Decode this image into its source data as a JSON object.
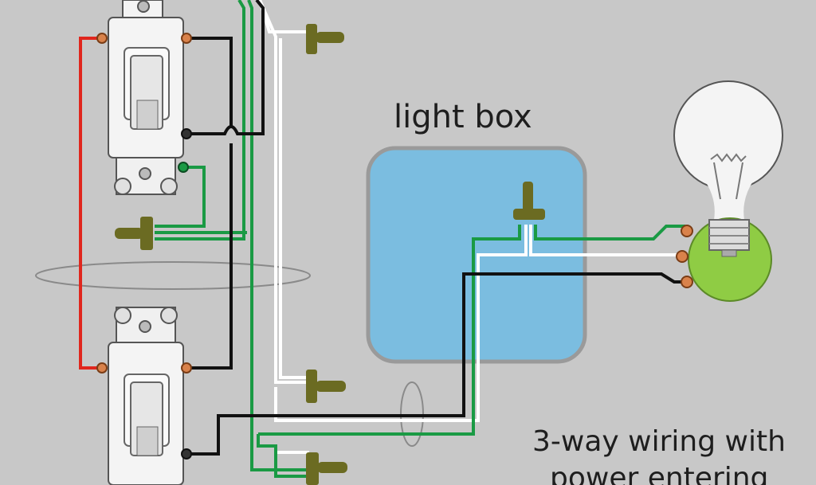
{
  "labels": {
    "light_box": "light box",
    "title_line1": "3-way wiring with",
    "title_line2": "power entering"
  },
  "colors": {
    "background": "#c8c8c8",
    "light_box_fill": "#7bbde0",
    "light_box_border": "#9a9a9a",
    "hot_wire": "#111111",
    "neutral_wire": "#ffffff",
    "ground_wire": "#1a9a44",
    "traveler_wire": "#e0261d",
    "wire_nut": "#6b6b22",
    "terminal_brass": "#d9824b",
    "socket_green": "#8fcc44",
    "switch_body": "#f4f4f4"
  },
  "icons": [
    "light-bulb-icon",
    "wire-nut-icon",
    "toggle-switch-icon",
    "cable-bundle-ellipse"
  ]
}
